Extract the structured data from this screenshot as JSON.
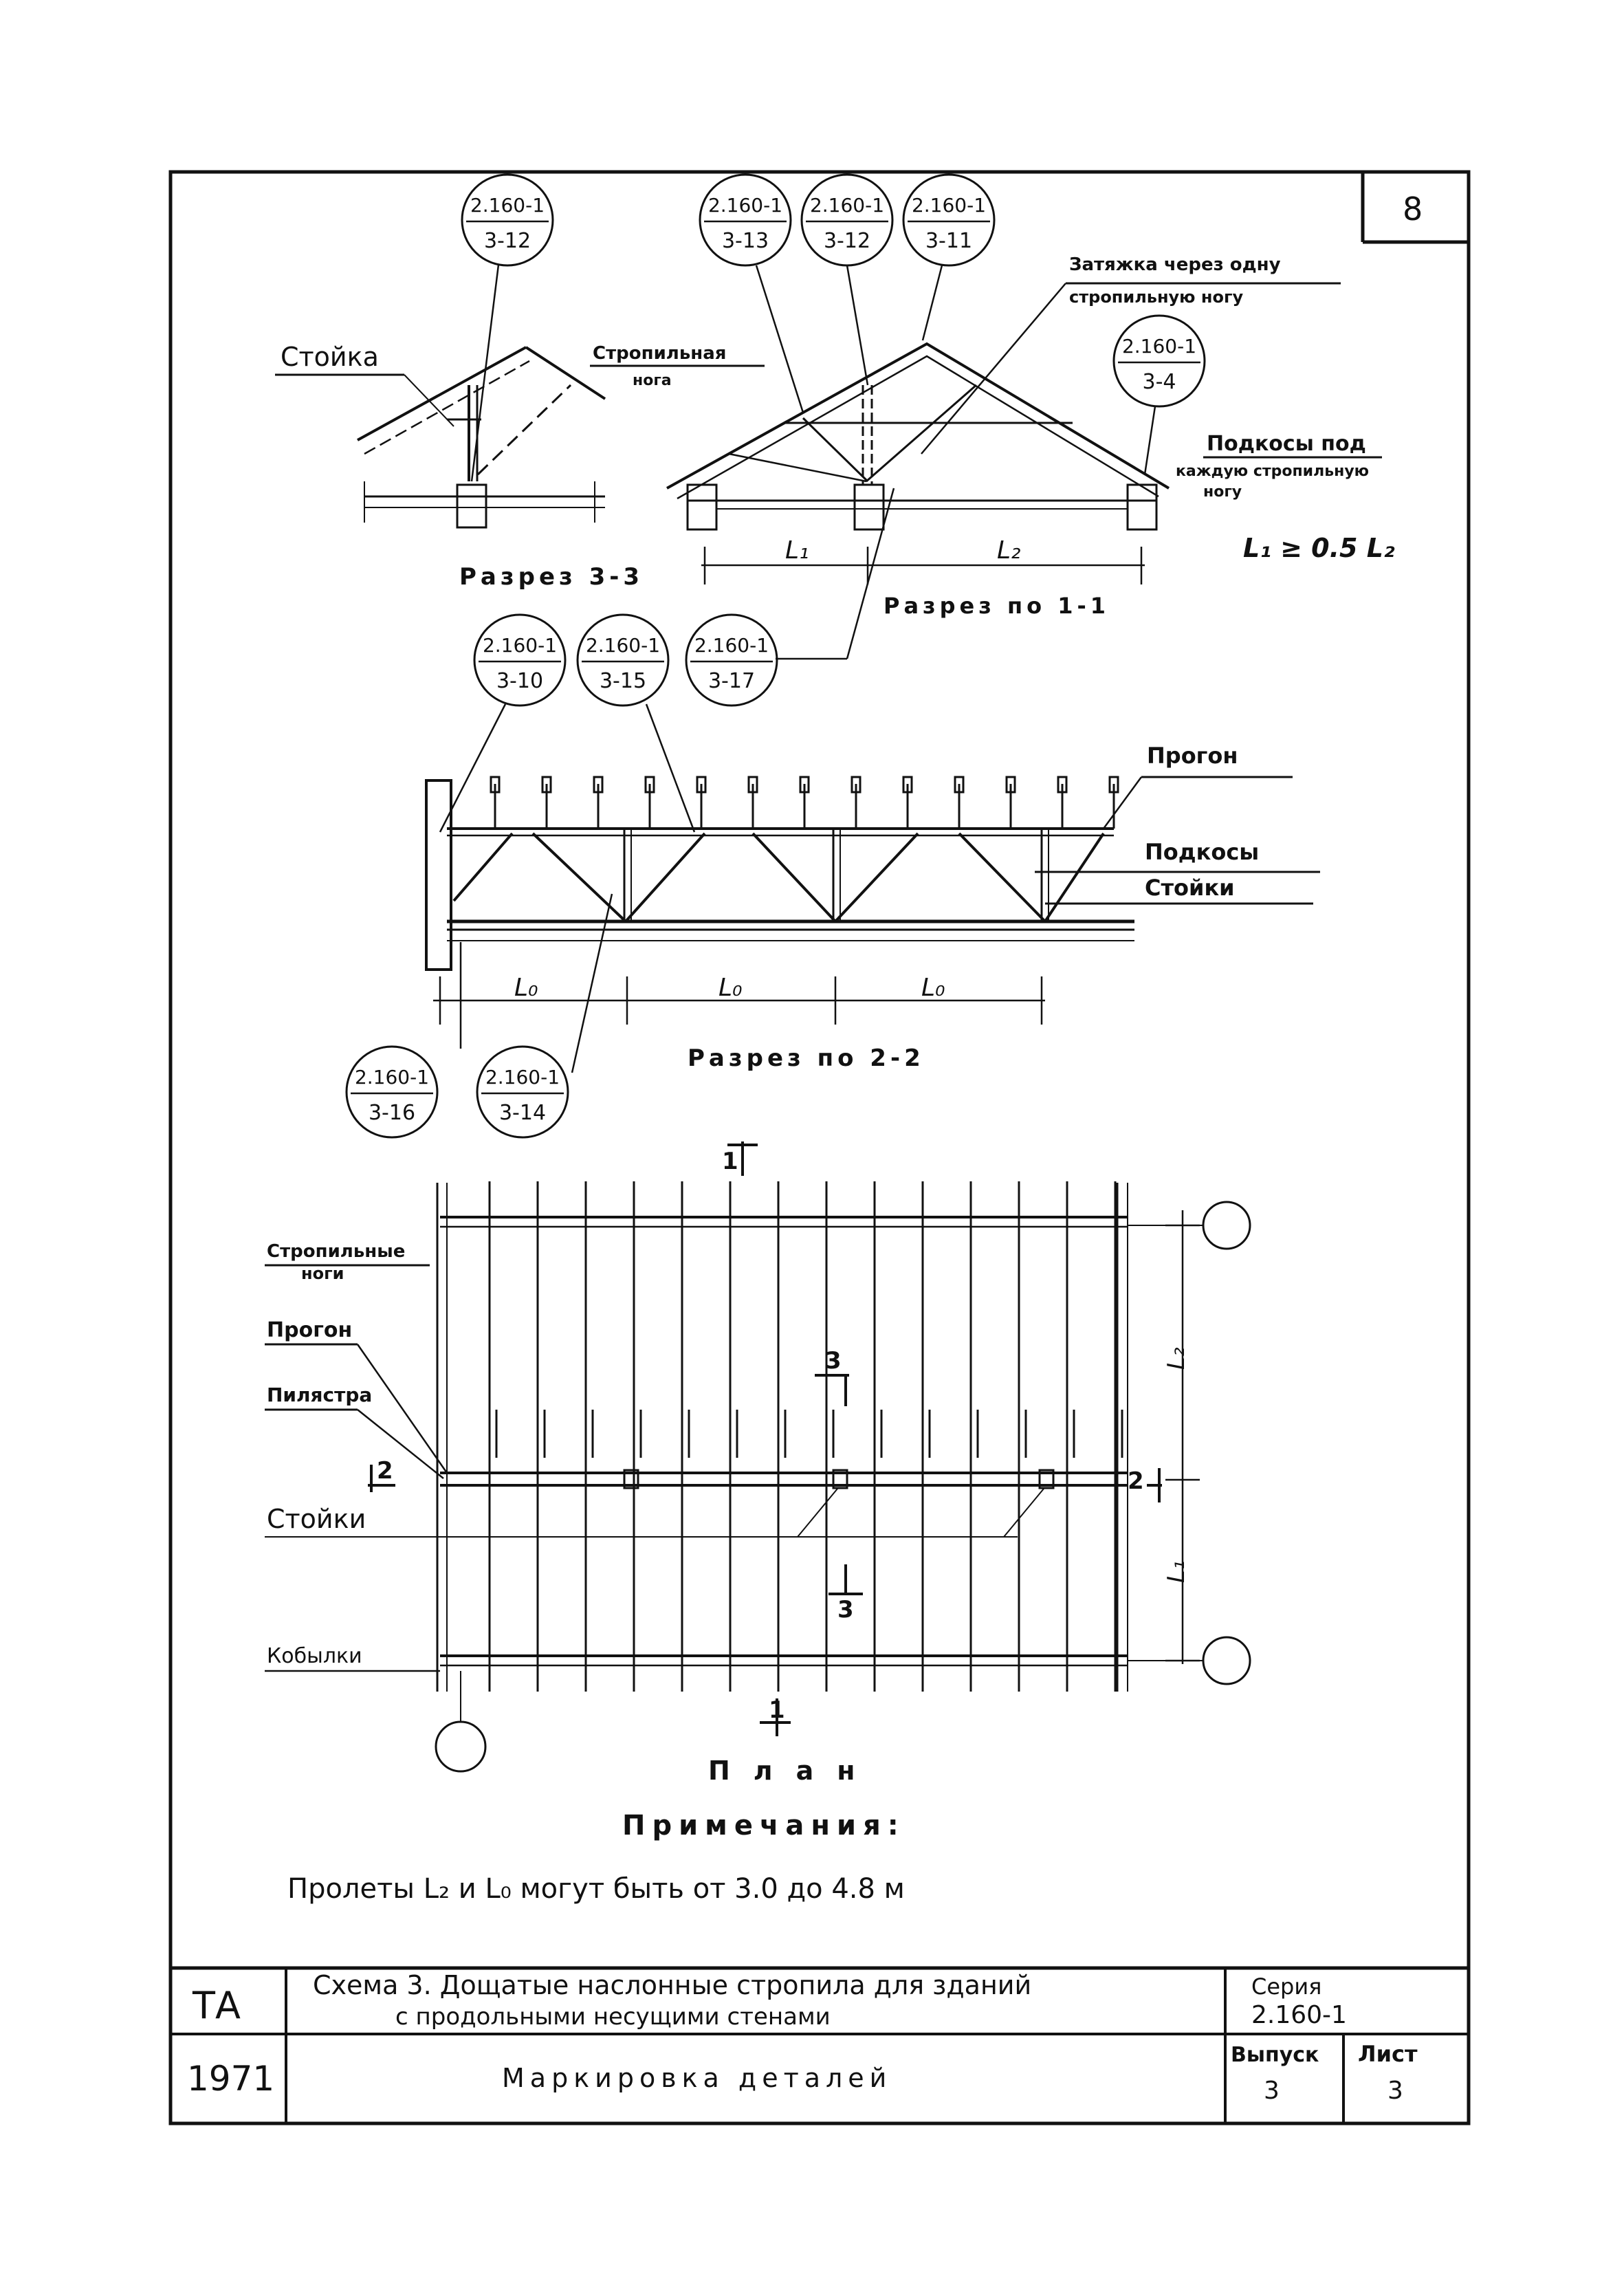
{
  "sheet_number": "8",
  "callouts": {
    "s33_top": {
      "top": "2.160-1",
      "bottom": "3-12"
    },
    "s11_a": {
      "top": "2.160-1",
      "bottom": "3-13"
    },
    "s11_b": {
      "top": "2.160-1",
      "bottom": "3-12"
    },
    "s11_c": {
      "top": "2.160-1",
      "bottom": "3-11"
    },
    "s11_d": {
      "top": "2.160-1",
      "bottom": "3-4"
    },
    "s22_a": {
      "top": "2.160-1",
      "bottom": "3-10"
    },
    "s22_b": {
      "top": "2.160-1",
      "bottom": "3-15"
    },
    "s22_c": {
      "top": "2.160-1",
      "bottom": "3-17"
    },
    "s22_d": {
      "top": "2.160-1",
      "bottom": "3-16"
    },
    "s22_e": {
      "top": "2.160-1",
      "bottom": "3-14"
    }
  },
  "labels": {
    "stoyka": "Стойка",
    "stropilnaya_noga_1": "Стропильная",
    "stropilnaya_noga_2": "нога",
    "zatyazhka_1": "Затяжка через одну",
    "zatyazhka_2": "стропильную ногу",
    "podkosy_1": "Подкосы под",
    "podkosy_2": "каждую стропильную",
    "podkosy_3": "ногу",
    "formula": "L₁ ≥ 0.5 L₂",
    "razrez_33": "Разрез 3-3",
    "razrez_11": "Разрез по 1-1",
    "razrez_22": "Разрез по 2-2",
    "dim_L1": "L₁",
    "dim_L2": "L₂",
    "dim_L0": "L₀",
    "progon": "Прогон",
    "podkosy_s22": "Подкосы",
    "stoyki_s22": "Стойки",
    "plan_stropilnye_1": "Стропильные",
    "plan_stropilnye_2": "ноги",
    "plan_progon": "Прогон",
    "plan_pilyastra": "Пилястра",
    "plan_stoyki": "Стойки",
    "plan_kobylki": "Кобылки",
    "plan_title": "План",
    "notes_title": "Примечания:",
    "notes_text": "Пролеты L₂ и L₀ могут быть от 3.0 до 4.8 м",
    "cut_1": "1",
    "cut_2": "2",
    "cut_3": "3"
  },
  "title_block": {
    "org": "ТА",
    "year": "1971",
    "title_line1": "Схема 3. Дощатые наслонные стропила для зданий",
    "title_line2": "с продольными несущими стенами",
    "subtitle": "Маркировка деталей",
    "series_label": "Серия",
    "series_value": "2.160-1",
    "issue_label": "Выпуск",
    "issue_value": "3",
    "sheet_label": "Лист",
    "sheet_value": "3"
  }
}
